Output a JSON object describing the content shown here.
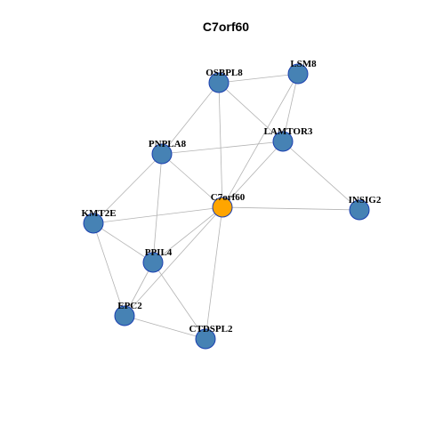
{
  "title": "C7orf60",
  "colors": {
    "center": "#ffa500",
    "neighbor": "#4682b4",
    "border": "#1a3fb0",
    "edge": "#b3b3b3"
  },
  "nodes": [
    {
      "id": "C7orf60",
      "role": "center"
    },
    {
      "id": "OSBPL8",
      "role": "neighbor"
    },
    {
      "id": "LSM8",
      "role": "neighbor"
    },
    {
      "id": "LAMTOR3",
      "role": "neighbor"
    },
    {
      "id": "PNPLA8",
      "role": "neighbor"
    },
    {
      "id": "INSIG2",
      "role": "neighbor"
    },
    {
      "id": "KMT2E",
      "role": "neighbor"
    },
    {
      "id": "PPIL4",
      "role": "neighbor"
    },
    {
      "id": "EPC2",
      "role": "neighbor"
    },
    {
      "id": "CTDSPL2",
      "role": "neighbor"
    }
  ],
  "edges": [
    [
      "OSBPL8",
      "LSM8"
    ],
    [
      "OSBPL8",
      "LAMTOR3"
    ],
    [
      "OSBPL8",
      "PNPLA8"
    ],
    [
      "OSBPL8",
      "C7orf60"
    ],
    [
      "LSM8",
      "LAMTOR3"
    ],
    [
      "LSM8",
      "C7orf60"
    ],
    [
      "LAMTOR3",
      "PNPLA8"
    ],
    [
      "LAMTOR3",
      "C7orf60"
    ],
    [
      "LAMTOR3",
      "INSIG2"
    ],
    [
      "PNPLA8",
      "C7orf60"
    ],
    [
      "PNPLA8",
      "KMT2E"
    ],
    [
      "PNPLA8",
      "PPIL4"
    ],
    [
      "C7orf60",
      "INSIG2"
    ],
    [
      "C7orf60",
      "KMT2E"
    ],
    [
      "C7orf60",
      "PPIL4"
    ],
    [
      "C7orf60",
      "EPC2"
    ],
    [
      "C7orf60",
      "CTDSPL2"
    ],
    [
      "KMT2E",
      "PPIL4"
    ],
    [
      "KMT2E",
      "EPC2"
    ],
    [
      "PPIL4",
      "EPC2"
    ],
    [
      "PPIL4",
      "CTDSPL2"
    ],
    [
      "EPC2",
      "CTDSPL2"
    ]
  ]
}
